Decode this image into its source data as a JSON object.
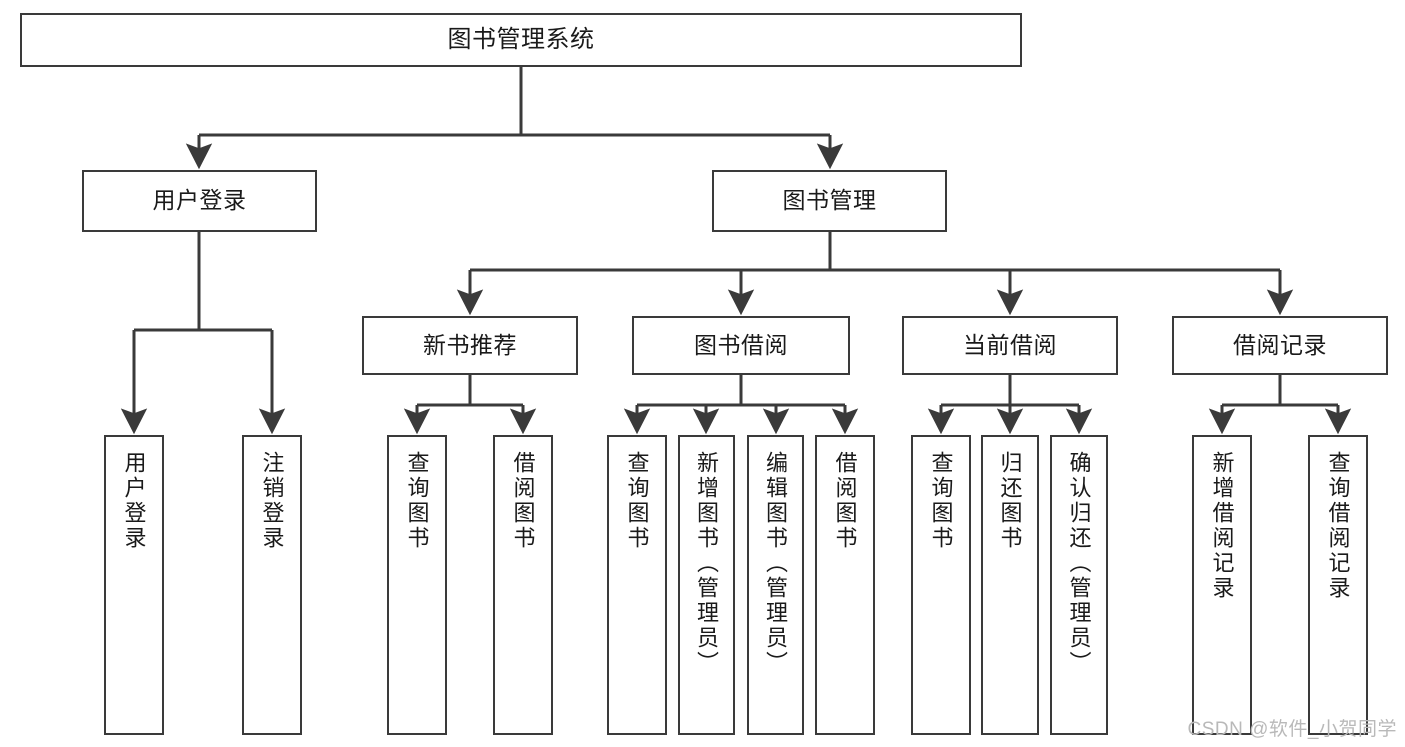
{
  "diagram": {
    "title": "图书管理系统",
    "watermark": "CSDN @软件_小贺同学",
    "colors": {
      "stroke": "#3a3a3a",
      "fill": "#ffffff",
      "text": "#1a1a1a",
      "watermark": "#b9b9b9"
    },
    "root": {
      "label": "图书管理系统"
    },
    "level2": [
      {
        "label": "用户登录"
      },
      {
        "label": "图书管理"
      }
    ],
    "level3": [
      {
        "label": "新书推荐"
      },
      {
        "label": "图书借阅"
      },
      {
        "label": "当前借阅"
      },
      {
        "label": "借阅记录"
      }
    ],
    "leaves": {
      "user_login": [
        {
          "label": "用户登录"
        },
        {
          "label": "注销登录"
        }
      ],
      "new_book": [
        {
          "label": "查询图书"
        },
        {
          "label": "借阅图书"
        }
      ],
      "borrow_book": [
        {
          "label": "查询图书"
        },
        {
          "label": "新增图书（管理员）"
        },
        {
          "label": "编辑图书（管理员）"
        },
        {
          "label": "借阅图书"
        }
      ],
      "current_borrow": [
        {
          "label": "查询图书"
        },
        {
          "label": "归还图书"
        },
        {
          "label": "确认归还（管理员）"
        }
      ],
      "borrow_record": [
        {
          "label": "新增借阅记录"
        },
        {
          "label": "查询借阅记录"
        }
      ]
    }
  }
}
